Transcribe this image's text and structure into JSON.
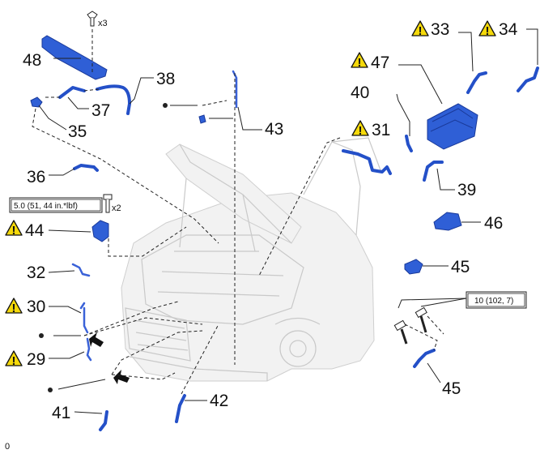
{
  "callouts": {
    "c48": "48",
    "c38": "38",
    "c37": "37",
    "c35": "35",
    "c36": "36",
    "c44": "44",
    "c32": "32",
    "c30": "30",
    "c29": "29",
    "c41": "41",
    "c42": "42",
    "c43": "43",
    "c31": "31",
    "c33": "33",
    "c34": "34",
    "c47": "47",
    "c40": "40",
    "c39": "39",
    "c46": "46",
    "c45a": "45",
    "c45b": "45"
  },
  "multipliers": {
    "clip_count": "x3",
    "bolt_count": "x2"
  },
  "torque_specs": {
    "spec_left": "5.0 (51, 44 in.*lbf)",
    "spec_right": "10 (102, 7)"
  },
  "warning": {
    "symbol": "!"
  },
  "footer": {
    "figure_code": "0"
  },
  "colors": {
    "part_blue": "#2f5fd6",
    "vehicle_gray": "#cfcfcf",
    "warning_yellow": "#f5d90a"
  }
}
